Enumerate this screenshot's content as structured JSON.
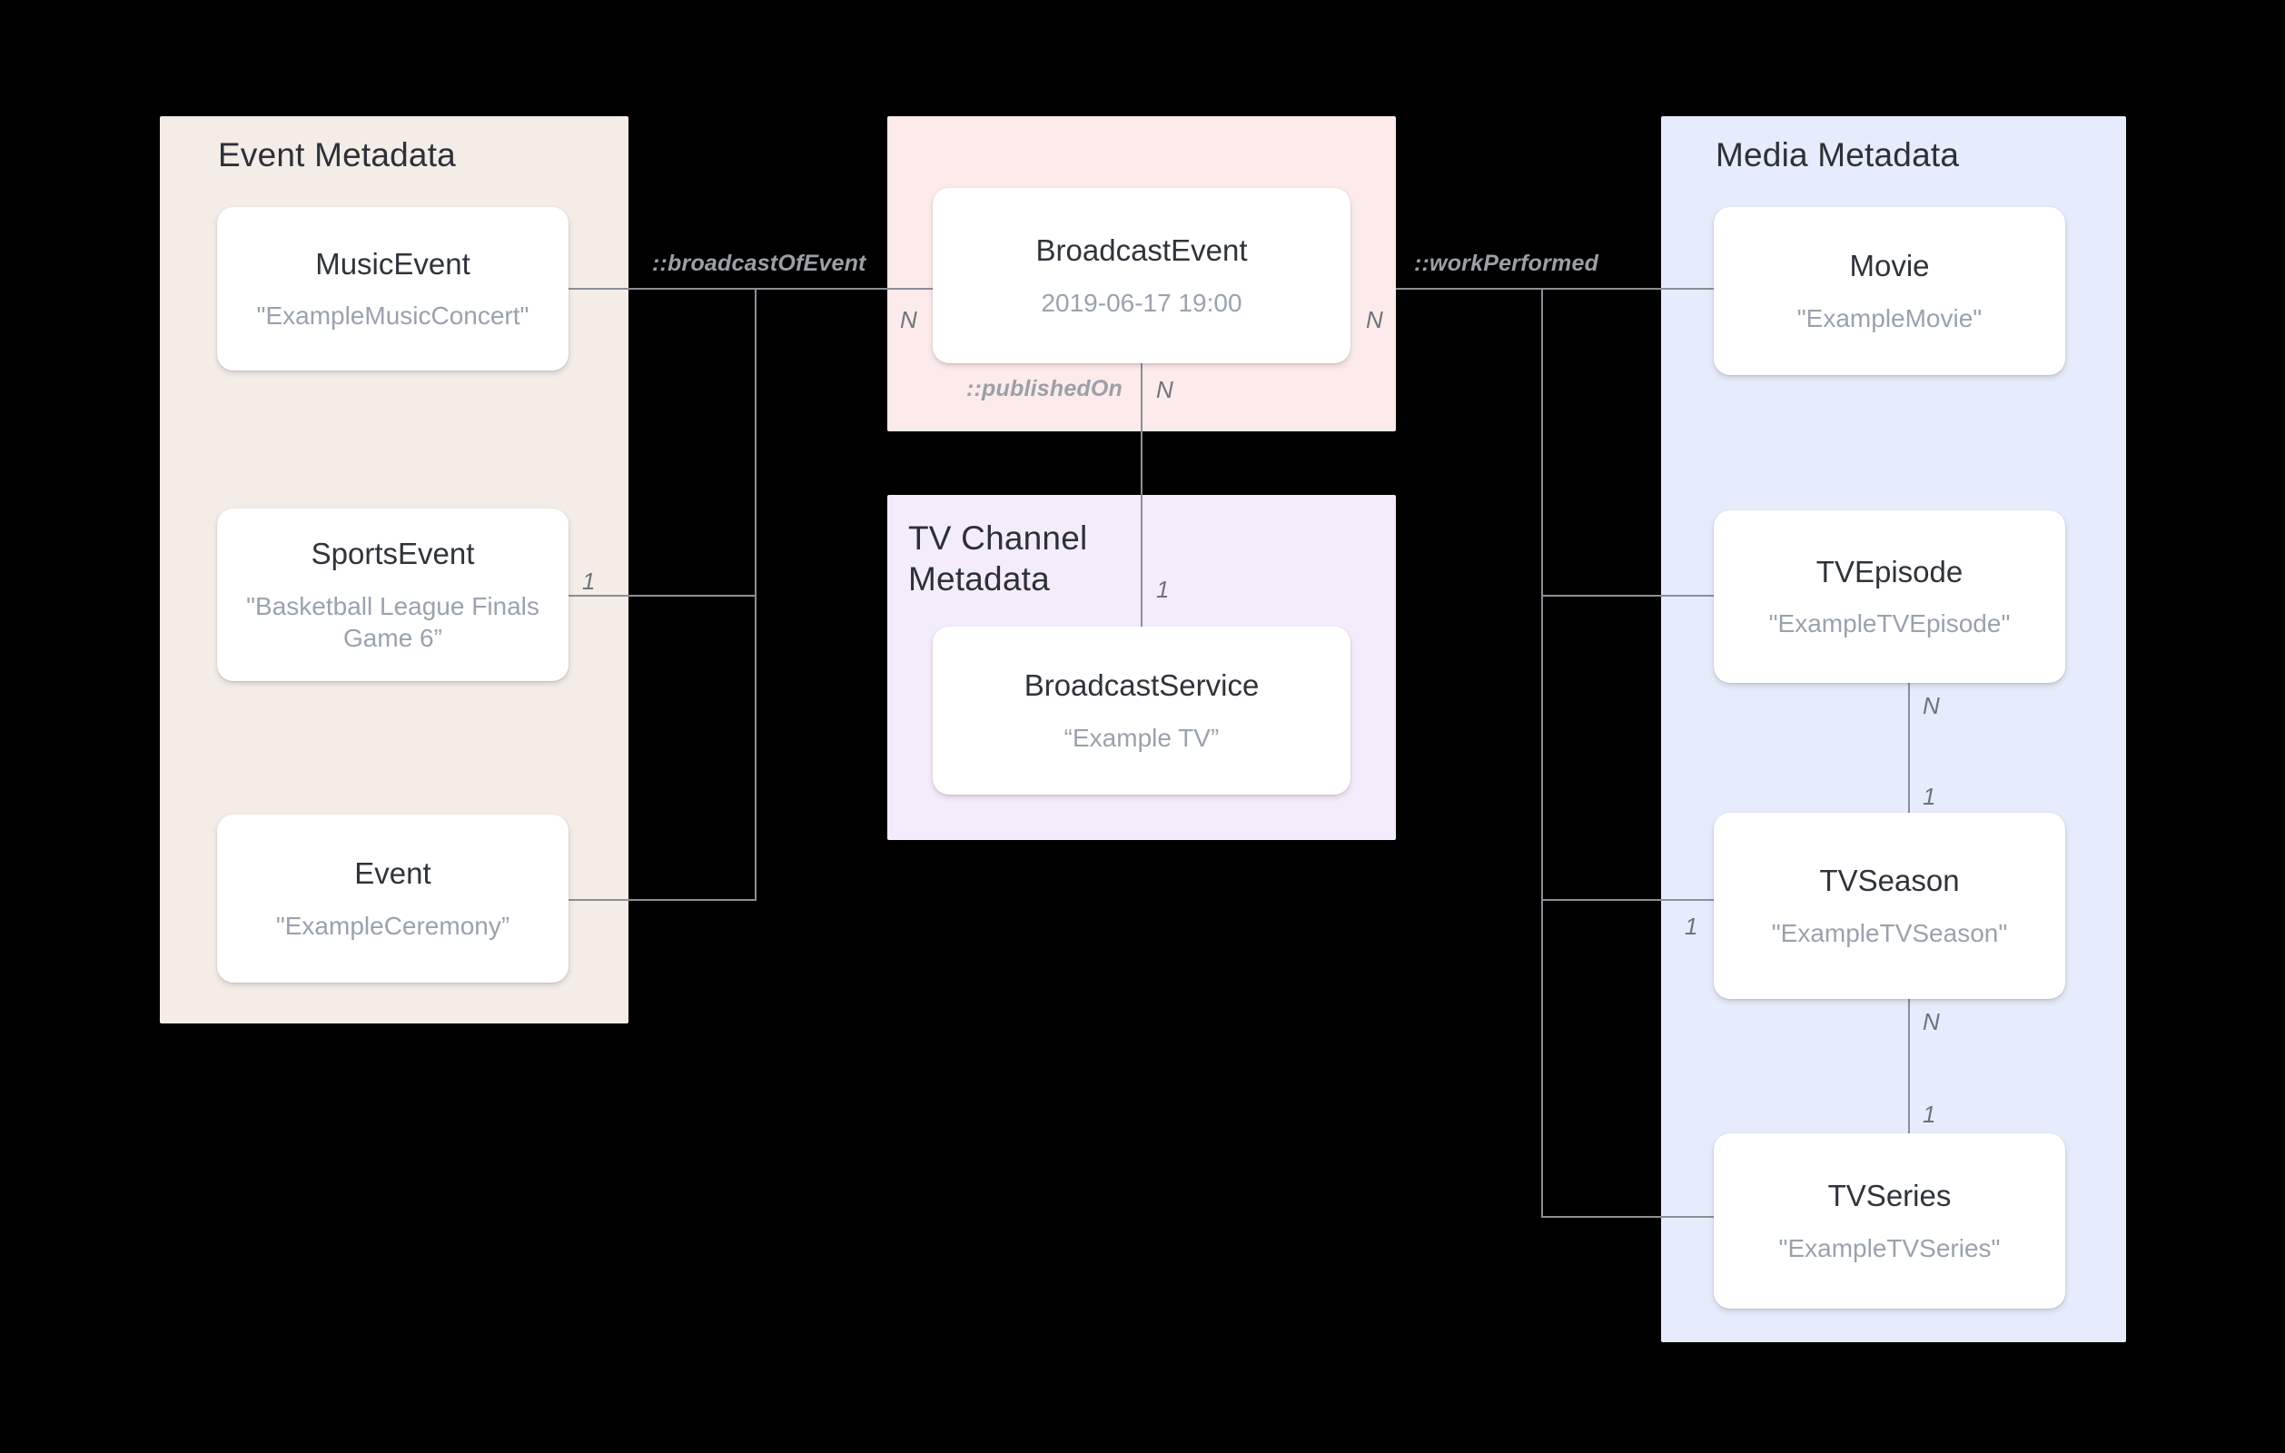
{
  "diagram": {
    "type": "entity-relationship",
    "title": "Broadcast metadata entity relationships"
  },
  "panels": [
    {
      "key": "event",
      "title": "Event Metadata",
      "color": "#f4ece7"
    },
    {
      "key": "broadcast",
      "title": "",
      "color": "#fdeaea"
    },
    {
      "key": "tvchannel",
      "title": "TV Channel Metadata",
      "color": "#f5ecfb"
    },
    {
      "key": "media",
      "title": "Media Metadata",
      "color": "#e6ecfb"
    }
  ],
  "cards": {
    "music_event": {
      "title": "MusicEvent",
      "subtitle": "\"ExampleMusicConcert\""
    },
    "sports_event": {
      "title": "SportsEvent",
      "subtitle": "\"Basketball League Finals Game 6”"
    },
    "event": {
      "title": "Event",
      "subtitle": "\"ExampleCeremony”"
    },
    "broadcast_event": {
      "title": "BroadcastEvent",
      "subtitle": "2019-06-17 19:00"
    },
    "broadcast_service": {
      "title": "BroadcastService",
      "subtitle": "“Example TV”"
    },
    "movie": {
      "title": "Movie",
      "subtitle": "\"ExampleMovie\""
    },
    "tv_episode": {
      "title": "TVEpisode",
      "subtitle": "\"ExampleTVEpisode\""
    },
    "tv_season": {
      "title": "TVSeason",
      "subtitle": "\"ExampleTVSeason\""
    },
    "tv_series": {
      "title": "TVSeries",
      "subtitle": "\"ExampleTVSeries\""
    }
  },
  "relations": {
    "broadcast_of_event": "::broadcastOfEvent",
    "published_on": "::publishedOn",
    "work_performed": "::workPerformed"
  },
  "cardinality": {
    "sports_event_one": "1",
    "broadcast_event_left_n": "N",
    "broadcast_event_right_n": "N",
    "published_on_n": "N",
    "broadcast_service_one": "1",
    "tv_episode_n": "N",
    "tv_season_one_top": "1",
    "tv_season_one_left": "1",
    "tv_season_n": "N",
    "tv_series_one": "1"
  },
  "colors": {
    "panel_event": "#f4ece7",
    "panel_broadcast": "#fdeaea",
    "panel_tvchannel": "#f5ecfb",
    "panel_media": "#e6ecfb",
    "card_bg": "#ffffff",
    "connector": "#8b8f96",
    "title_text": "#2d3137",
    "subtitle_text": "#9aa2ad",
    "background": "#000000"
  }
}
